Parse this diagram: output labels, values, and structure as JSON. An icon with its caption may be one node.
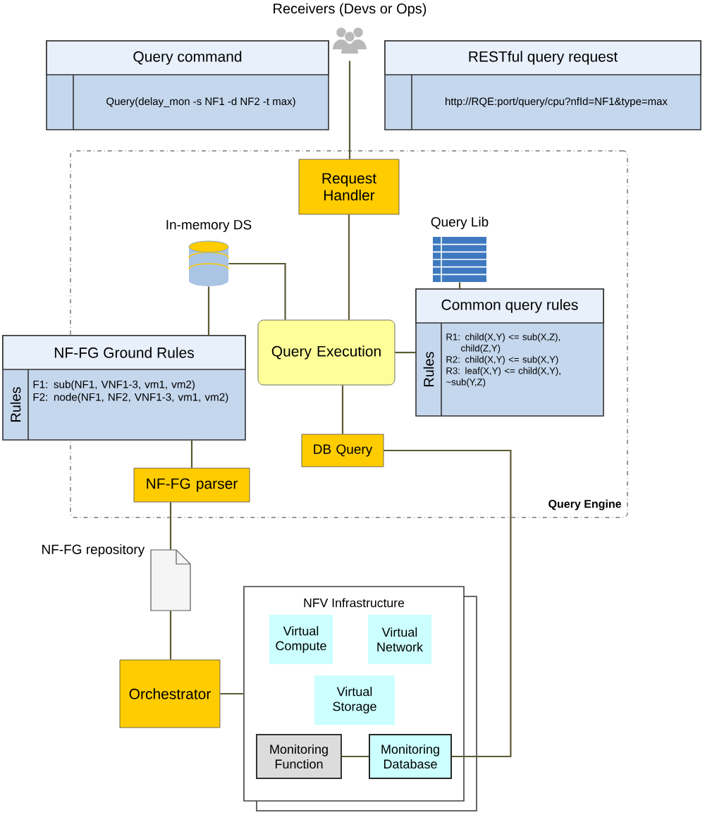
{
  "diagram": {
    "nodes": [
      {
        "text": [
          "Query Engine"
        ]
      },
      {
        "text": [
          "Receivers (Devs or Ops)"
        ]
      },
      {
        "text": [
          "Query command",
          "Query(delay_mon -s NF1 -d NF2 -t max)"
        ]
      },
      {
        "text": [
          "RESTful query request",
          "http://RQE:port/query/cpu?nfId=NF1&type=max"
        ]
      },
      {
        "text": [
          "Request Handler"
        ],
        "in": 0
      },
      {
        "text": [
          "In-memory DS"
        ],
        "in": 0
      },
      {
        "text": [
          "Query Lib"
        ],
        "in": 0
      },
      {
        "text": [
          "Common query rules",
          "Rules",
          "R1: child(X,Y) <= sub(X,Z), child(Z,Y)",
          "R2: child(X,Y) <= sub(X,Y)",
          "R3: leaf(X,Y) <= child(X,Y), ~sub(Y,Z)"
        ],
        "in": 0
      },
      {
        "text": [
          "Query Execution"
        ],
        "in": 0
      },
      {
        "text": [
          "NF-FG Ground Rules",
          "Rules",
          "F1: sub(NF1, VNF1-3, vm1, vm2)",
          "F2: node(NF1, NF2, VNF1-3, vm1, vm2)"
        ]
      },
      {
        "text": [
          "DB Query"
        ],
        "in": 0
      },
      {
        "text": [
          "NF-FG parser"
        ],
        "in": 0
      },
      {
        "text": [
          "NF-FG repository"
        ]
      },
      {
        "text": [
          "Orchestrator"
        ]
      },
      {
        "text": [
          "NFV Infrastructure"
        ]
      },
      {
        "text": [
          "Virtual Compute"
        ],
        "in": 14
      },
      {
        "text": [
          "Virtual Network"
        ],
        "in": 14
      },
      {
        "text": [
          "Virtual Storage"
        ],
        "in": 14
      },
      {
        "text": [
          "Monitoring Function"
        ],
        "in": 14
      },
      {
        "text": [
          "Monitoring Database"
        ],
        "in": 14
      }
    ],
    "edges": [
      {
        "from": 1,
        "to": 4,
        "arrow": "none"
      },
      {
        "from": 4,
        "to": 8,
        "arrow": "none"
      },
      {
        "from": 5,
        "to": 8,
        "arrow": "none"
      },
      {
        "from": 5,
        "to": 9,
        "arrow": "none"
      },
      {
        "from": 6,
        "to": 7,
        "arrow": "none"
      },
      {
        "from": 8,
        "to": 7,
        "arrow": "none"
      },
      {
        "from": 8,
        "to": 10,
        "arrow": "none"
      },
      {
        "from": 9,
        "to": 11,
        "arrow": "none"
      },
      {
        "from": 11,
        "to": 12,
        "arrow": "none"
      },
      {
        "from": 12,
        "to": 13,
        "arrow": "none"
      },
      {
        "from": 13,
        "to": 14,
        "arrow": "none"
      },
      {
        "from": 10,
        "to": 19,
        "arrow": "none"
      },
      {
        "from": 18,
        "to": 19,
        "arrow": "none"
      }
    ]
  }
}
